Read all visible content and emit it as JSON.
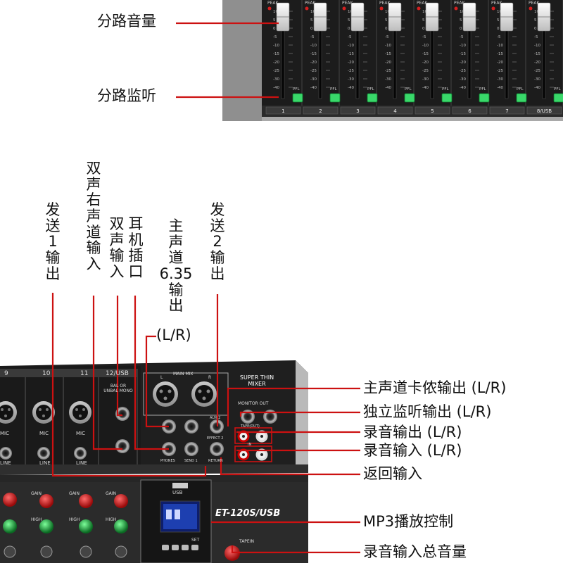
{
  "top_labels": {
    "channel_volume": "分路音量",
    "channel_monitor": "分路监听"
  },
  "channel_strip": {
    "peak_label": "PEAK",
    "pfl_label": "PFL",
    "scale": [
      "10",
      "5",
      "0",
      "-5",
      "-10",
      "-15",
      "-20",
      "-25",
      "-30",
      "-40"
    ],
    "channels": [
      "1",
      "2",
      "3",
      "4",
      "5",
      "6",
      "7",
      "8/USB"
    ]
  },
  "vertical_labels": {
    "send1": [
      "发",
      "送",
      "1",
      "输",
      "出"
    ],
    "stereo_right": [
      "双",
      "声",
      "右",
      "声",
      "道",
      "输",
      "入"
    ],
    "stereo_in": [
      "双",
      "声",
      "输",
      "入"
    ],
    "phones": [
      "耳",
      "机",
      "插",
      "口"
    ],
    "main_635": [
      "主",
      "声",
      "道",
      "6.35",
      "输",
      "出"
    ],
    "main_635_lr": "(L/R)",
    "send2": [
      "发",
      "送",
      "2",
      "输",
      "出"
    ]
  },
  "right_labels": {
    "main_xlr": "主声道卡侬输出 (L/R)",
    "monitor_out": "独立监听输出 (L/R)",
    "rec_out": "录音输出 (L/R)",
    "rec_in": "录音输入 (L/R)",
    "return_in": "返回输入",
    "mp3_control": "MP3播放控制",
    "tape_level": "录音输入总音量"
  },
  "mixer_panel": {
    "channels": [
      "9",
      "10",
      "11",
      "12/USB"
    ],
    "brand": "SUPER THIN MIXER",
    "model": "ET-120S/USB",
    "main_mix": "MAIN MIX",
    "main_l": "L",
    "main_r": "R",
    "monitor_out": "MONITOR OUT",
    "tape": "TAPE(OUT)",
    "tape_in": "IN",
    "aux2": "AUX 2",
    "effect2": "EFFECT 2",
    "return": "RETURN",
    "phones": "PHONES",
    "send1": "SEND 1",
    "mic": "MIC",
    "line": "LINE",
    "gain": "GAIN",
    "high": "HIGH",
    "usb": "USB",
    "set": "SET",
    "tapein": "TAPEIN",
    "bal_unbal_mono": "BAL OR UNBAL MONO",
    "accent_color": "#d42020",
    "line_color": "#cc1111"
  }
}
